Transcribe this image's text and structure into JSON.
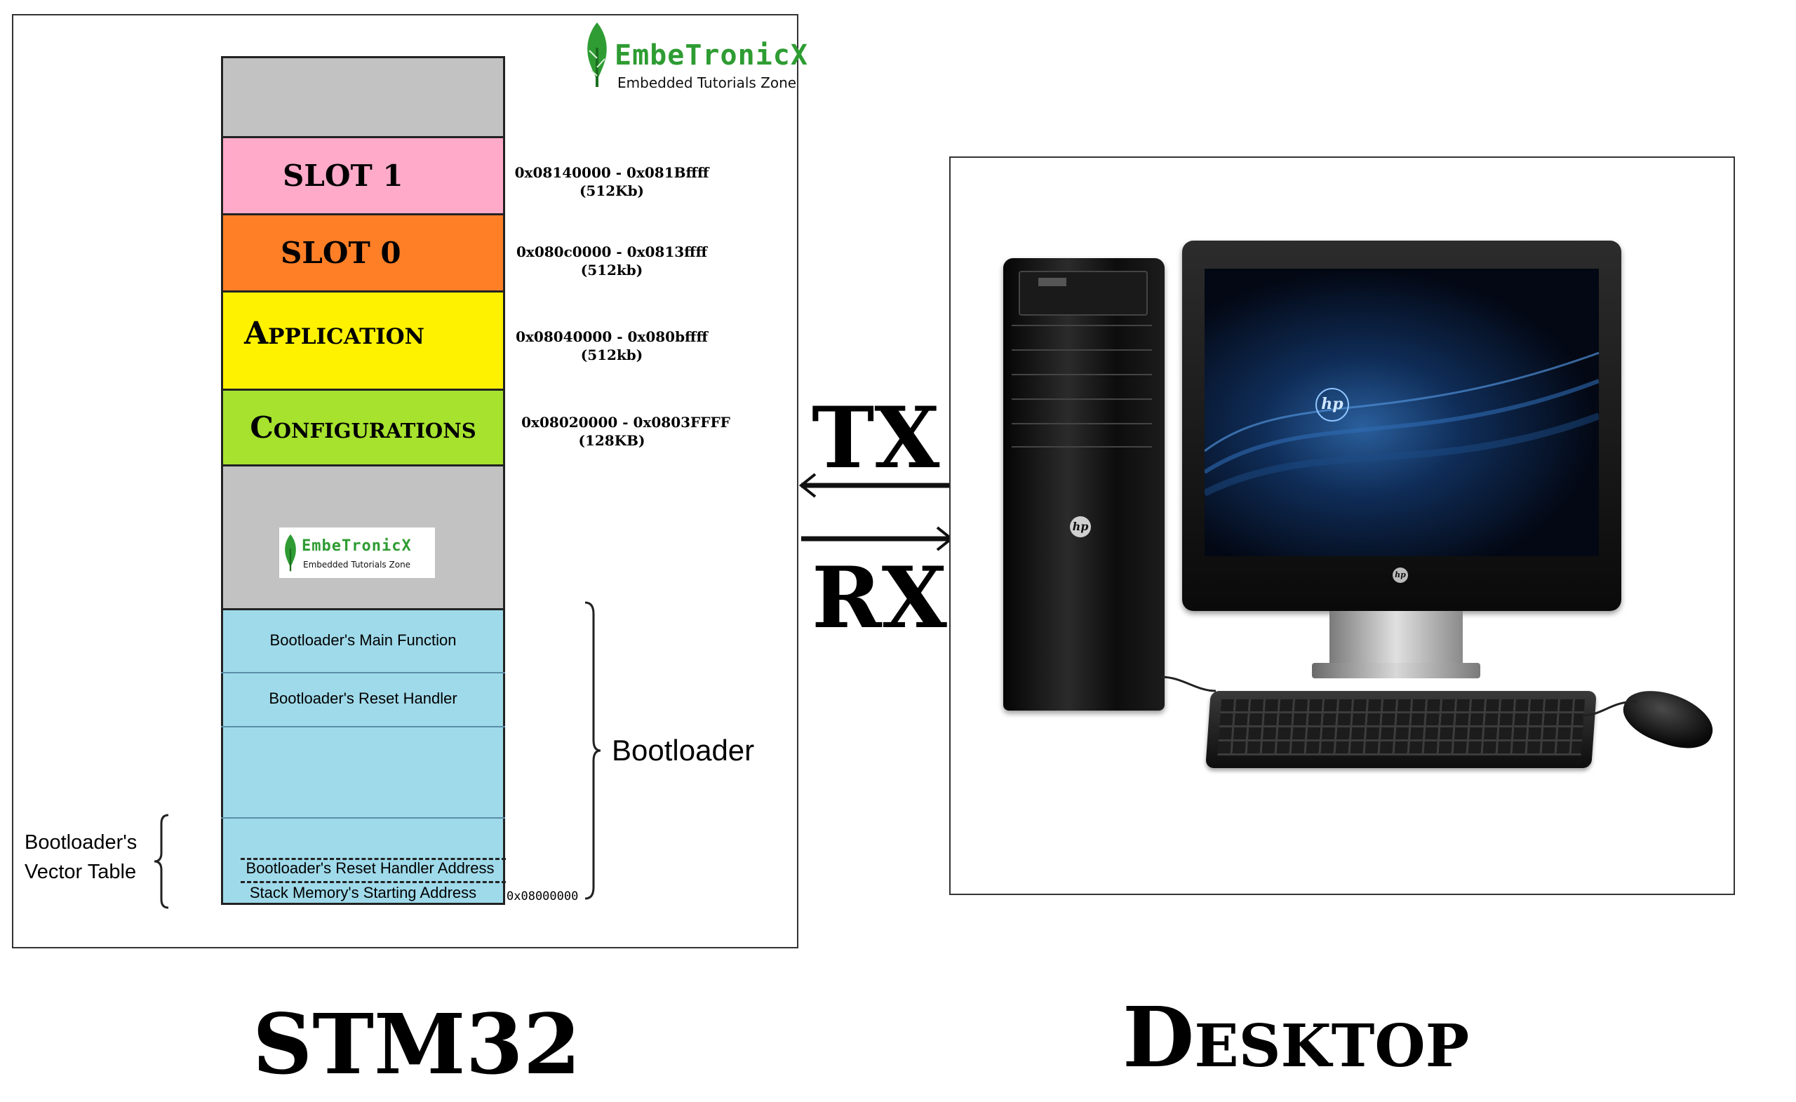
{
  "logo": {
    "brand": "EmbeTronicX",
    "tagline": "Embedded Tutorials Zone"
  },
  "memory_map": {
    "slot1": {
      "label": "SLOT 1",
      "range": "0x08140000 - 0x081Bffff",
      "size": "(512Kb)"
    },
    "slot0": {
      "label": "SLOT 0",
      "range": "0x080c0000 - 0x0813ffff",
      "size": "(512kb)"
    },
    "application": {
      "label": "Application",
      "range": "0x08040000 - 0x080bffff",
      "size": "(512kb)"
    },
    "configurations": {
      "label": "Configurations",
      "range": "0x08020000 - 0x0803FFFF",
      "size": "(128KB)"
    },
    "bootloader_main": "Bootloader's Main Function",
    "bootloader_reset": "Bootloader's Reset Handler",
    "reset_handler_address": "Bootloader's Reset Handler Address",
    "stack_start": "Stack Memory's Starting Address",
    "base_address": "0x08000000",
    "bootloader_label": "Bootloader",
    "vector_table_label_line1": "Bootloader's",
    "vector_table_label_line2": "Vector Table"
  },
  "link": {
    "tx": "TX",
    "rx": "RX"
  },
  "titles": {
    "left": "STM32",
    "right": "Desktop"
  },
  "desktop": {
    "brand": "hp"
  },
  "colors": {
    "gray": "#c2c2c2",
    "slot1": "#ffaac9",
    "slot0": "#ff7f27",
    "application": "#fff200",
    "configurations": "#a6e22e",
    "bootloader": "#9fdaea",
    "logo_green": "#2e9c32"
  }
}
